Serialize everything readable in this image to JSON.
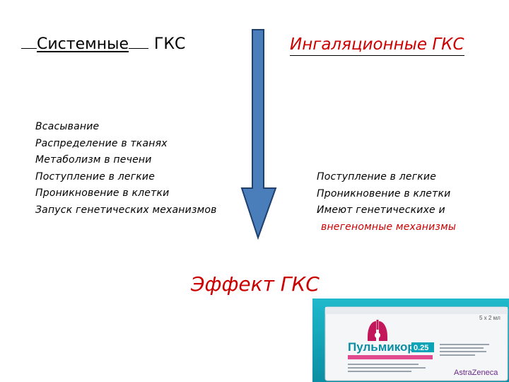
{
  "left_column": {
    "title": "Системные",
    "title_suffix": "ГКС",
    "items": [
      "Всасывание",
      "Распределение в тканях",
      "Метаболизм в печени",
      "Поступление в легкие",
      "Проникновение в клетки",
      "Запуск генетических механизмов"
    ]
  },
  "right_column": {
    "title": "Ингаляционные ГКС",
    "items": [
      "Поступление в легкие",
      "Проникновение в клетки",
      "Имеют генетическиxе и",
      "внегеномные механизмы"
    ]
  },
  "effect_label": "Эффект ГКС",
  "product": {
    "brand": "Пульмикорт",
    "dose": "0.25",
    "pack": "5 x 2 мл",
    "maker": "AstraZeneca"
  },
  "colors": {
    "accent_red": "#cc0000",
    "arrow_fill": "#4a7ebb",
    "arrow_stroke": "#1f3f6e",
    "package_teal": "#0aa3b8"
  }
}
